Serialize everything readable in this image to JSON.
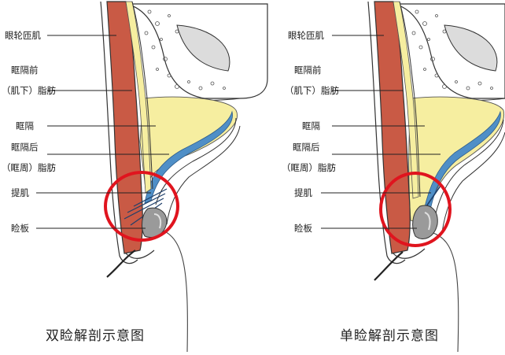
{
  "panels": [
    {
      "id": "double",
      "caption": "双睑解剖示意图",
      "labels": {
        "orbicularis": "眼轮匝肌",
        "preseptal_fat_l1": "眶隔前",
        "preseptal_fat_l2": "（肌下）脂肪",
        "septum": "眶隔",
        "postseptal_fat_l1": "眶隔后",
        "postseptal_fat_l2": "（眶周）脂肪",
        "levator": "提肌",
        "tarsus": "睑板"
      }
    },
    {
      "id": "single",
      "caption": "单睑解剖示意图",
      "labels": {
        "orbicularis": "眼轮匝肌",
        "preseptal_fat_l1": "眶隔前",
        "preseptal_fat_l2": "（肌下）脂肪",
        "septum": "眶隔",
        "postseptal_fat_l1": "眶隔后",
        "postseptal_fat_l2": "（眶周）脂肪",
        "levator": "提肌",
        "tarsus": "睑板"
      }
    }
  ],
  "colors": {
    "muscle": "#c95a45",
    "muscle_dark": "#a8382a",
    "fat_yellow": "#f6eea0",
    "septum_blue": "#4f8fc7",
    "highlight_circle": "#e0141e",
    "outline": "#333333"
  }
}
